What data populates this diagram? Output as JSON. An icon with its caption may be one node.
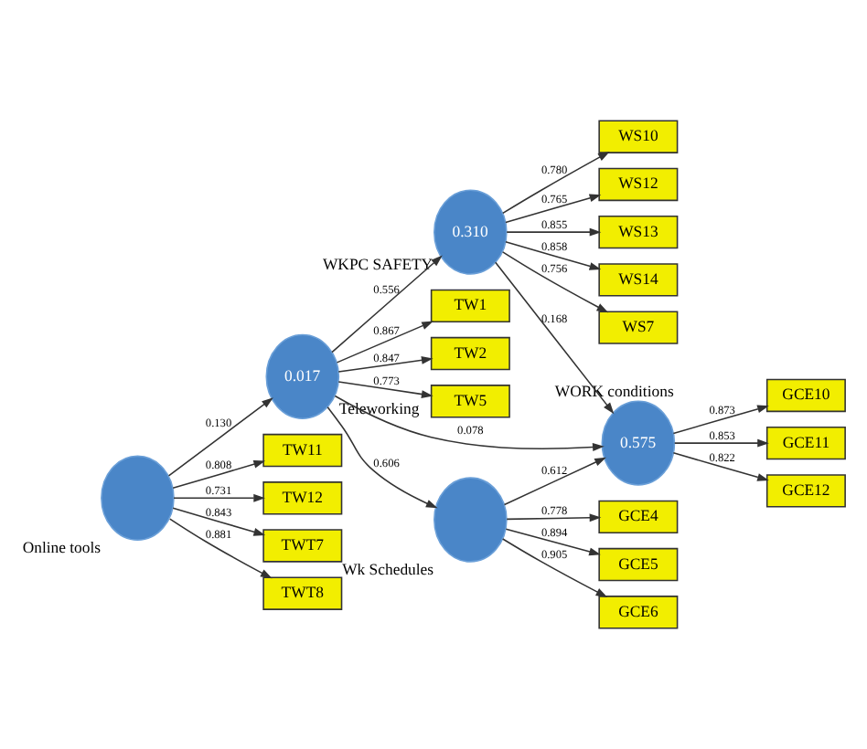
{
  "diagram": {
    "nodes": [
      {
        "text": [
          "WS10"
        ]
      },
      {
        "text": [
          "WS12"
        ]
      },
      {
        "text": [
          "WS13"
        ]
      },
      {
        "text": [
          "WS14"
        ]
      },
      {
        "text": [
          "WS7"
        ]
      },
      {
        "text": [
          "0.310"
        ],
        "beside": [
          "WKPC SAFETY"
        ]
      },
      {
        "text": [
          "TW1"
        ]
      },
      {
        "text": [
          "TW2"
        ]
      },
      {
        "text": [
          "TW5"
        ]
      },
      {
        "text": [
          "0.017"
        ],
        "beside": [
          "Teleworking"
        ]
      },
      {
        "text": [
          "0.575"
        ],
        "beside": [
          "WORK conditions"
        ]
      },
      {
        "text": [
          "GCE10"
        ]
      },
      {
        "text": [
          "GCE11"
        ]
      },
      {
        "text": [
          "GCE12"
        ]
      },
      {
        "text": [
          "TW11"
        ]
      },
      {
        "text": [
          "TW12"
        ]
      },
      {
        "text": [
          "TWT7"
        ]
      },
      {
        "text": [
          "TWT8"
        ]
      },
      {
        "text": [],
        "shape": "circle",
        "beside": [
          "Online tools"
        ]
      },
      {
        "text": [],
        "shape": "circle",
        "beside": [
          "Wk Schedules"
        ]
      },
      {
        "text": [
          "GCE4"
        ]
      },
      {
        "text": [
          "GCE5"
        ]
      },
      {
        "text": [
          "GCE6"
        ]
      }
    ],
    "edges": [
      {
        "from": 5,
        "to": 0,
        "arrow": "to",
        "label": "0.780"
      },
      {
        "from": 5,
        "to": 1,
        "arrow": "to",
        "label": "0.765"
      },
      {
        "from": 5,
        "to": 2,
        "arrow": "to",
        "label": "0.855"
      },
      {
        "from": 5,
        "to": 3,
        "arrow": "to",
        "label": "0.858"
      },
      {
        "from": 5,
        "to": 4,
        "arrow": "to",
        "label": "0.756"
      },
      {
        "from": 9,
        "to": 6,
        "arrow": "to",
        "label": "0.867"
      },
      {
        "from": 9,
        "to": 7,
        "arrow": "to",
        "label": "0.847"
      },
      {
        "from": 9,
        "to": 8,
        "arrow": "to",
        "label": "0.773"
      },
      {
        "from": 10,
        "to": 11,
        "arrow": "to",
        "label": "0.873"
      },
      {
        "from": 10,
        "to": 12,
        "arrow": "to",
        "label": "0.853"
      },
      {
        "from": 10,
        "to": 13,
        "arrow": "to",
        "label": "0.822"
      },
      {
        "from": 18,
        "to": 14,
        "arrow": "to",
        "label": "0.808"
      },
      {
        "from": 18,
        "to": 15,
        "arrow": "to",
        "label": "0.731"
      },
      {
        "from": 18,
        "to": 16,
        "arrow": "to",
        "label": "0.843"
      },
      {
        "from": 18,
        "to": 17,
        "arrow": "to",
        "label": "0.881"
      },
      {
        "from": 19,
        "to": 20,
        "arrow": "to",
        "label": "0.778"
      },
      {
        "from": 19,
        "to": 21,
        "arrow": "to",
        "label": "0.894"
      },
      {
        "from": 19,
        "to": 22,
        "arrow": "to",
        "label": "0.905"
      },
      {
        "from": 18,
        "to": 9,
        "arrow": "to",
        "label": "0.130"
      },
      {
        "from": 9,
        "to": 5,
        "arrow": "to",
        "label": "0.556"
      },
      {
        "from": 9,
        "to": 10,
        "arrow": "to",
        "label": "0.078"
      },
      {
        "from": 9,
        "to": 19,
        "arrow": "to",
        "label": "0.606"
      },
      {
        "from": 5,
        "to": 10,
        "arrow": "to",
        "label": "0.168"
      },
      {
        "from": 19,
        "to": 10,
        "arrow": "to",
        "label": "0.612"
      }
    ]
  }
}
